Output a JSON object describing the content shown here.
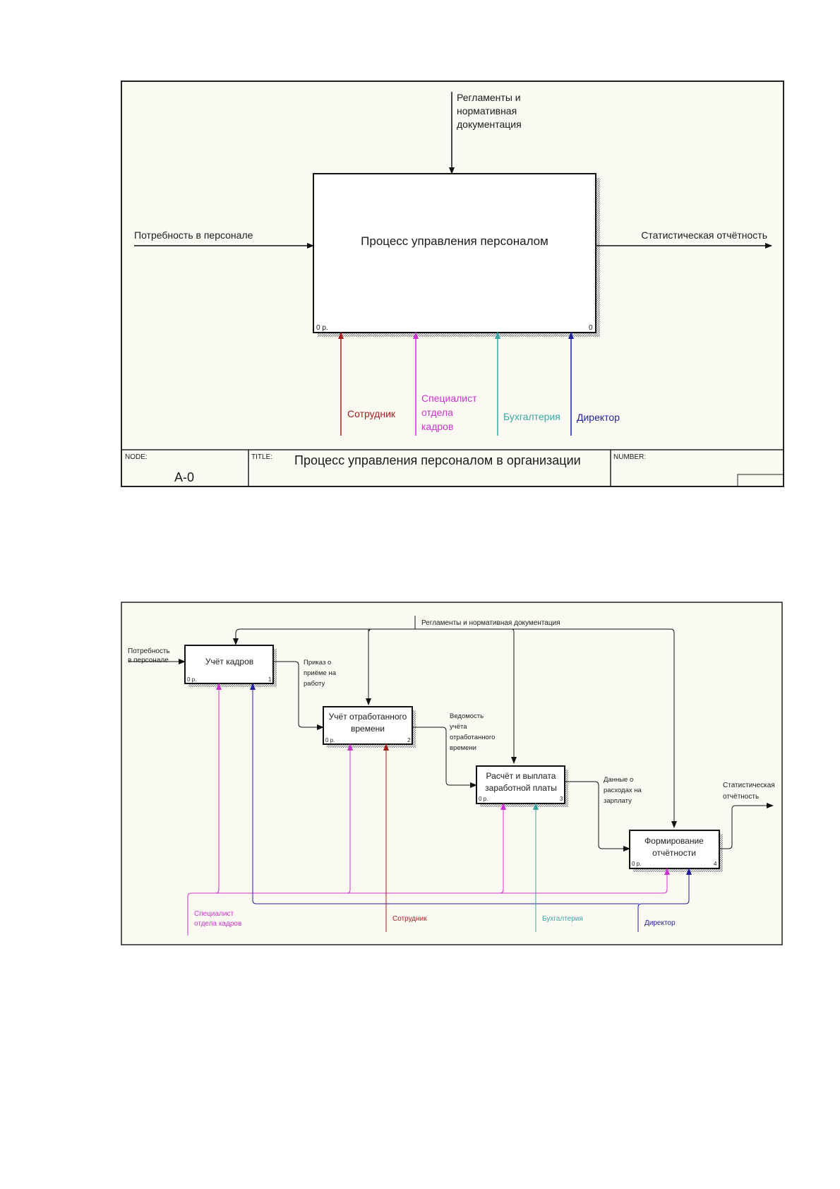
{
  "diagram1": {
    "main_box": "Процесс управления персоналом",
    "box_cost": "0 р.",
    "box_num": "0",
    "control": [
      "Регламенты и",
      "нормативная",
      "документация"
    ],
    "input": "Потребность в персонале",
    "output": "Статистическая отчётность",
    "mechanisms": {
      "employee": "Сотрудник",
      "hr": [
        "Специалист",
        "отдела",
        "кадров"
      ],
      "accounting": "Бухгалтерия",
      "director": "Директор"
    },
    "frame": {
      "node_label": "NODE:",
      "node_value": "A-0",
      "title_label": "TITLE:",
      "title_value": "Процесс управления персоналом  в организации",
      "number_label": "NUMBER:"
    }
  },
  "diagram2": {
    "control": "Регламенты и нормативная документация",
    "input": [
      "Потребность",
      "в персонале"
    ],
    "output": [
      "Статистическая",
      "отчётность"
    ],
    "boxes": [
      {
        "lines": [
          "Учёт кадров"
        ],
        "cost": "0 р.",
        "num": "1"
      },
      {
        "lines": [
          "Учёт отработанного",
          "времени"
        ],
        "cost": "0 р.",
        "num": "2"
      },
      {
        "lines": [
          "Расчёт и выплата",
          "заработной платы"
        ],
        "cost": "0 р.",
        "num": "3"
      },
      {
        "lines": [
          "Формирование",
          "отчётности"
        ],
        "cost": "0 р.",
        "num": "4"
      }
    ],
    "flows": {
      "order": [
        "Приказ о",
        "приёме на",
        "работу"
      ],
      "sheet": [
        "Ведомость",
        "учёта",
        "отработанного",
        "времени"
      ],
      "expenses": [
        "Данные о",
        "расходах на",
        "зарплату"
      ]
    },
    "mechanisms": {
      "hr": [
        "Специалист",
        "отдела кадров"
      ],
      "employee": "Сотрудник",
      "accounting": "Бухгалтерия",
      "director": "Директор"
    }
  },
  "colors": {
    "background": "#fbfaf2",
    "employee": "#a61e1e",
    "hr": "#cc33cc",
    "accounting": "#3aa6a6",
    "director": "#1f1f9e",
    "line": "#111111"
  }
}
